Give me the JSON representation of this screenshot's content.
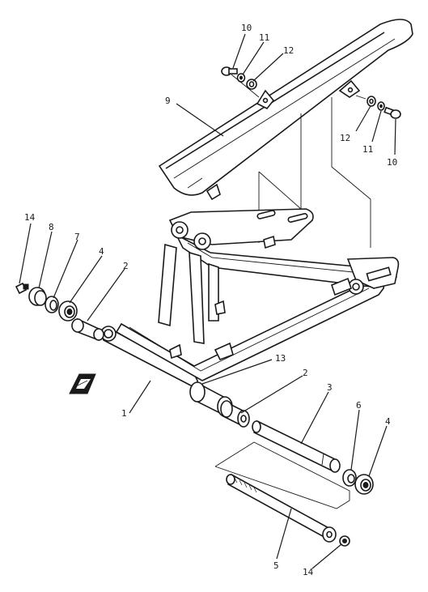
{
  "diagram": {
    "callouts": {
      "c10a": "10",
      "c11a": "11",
      "c12a": "12",
      "c9": "9",
      "c12b": "12",
      "c11b": "11",
      "c10b": "10",
      "c14a": "14",
      "c8": "8",
      "c7": "7",
      "c4a": "4",
      "c2a": "2",
      "c13": "13",
      "c2b": "2",
      "c3": "3",
      "c1": "1",
      "c6": "6",
      "c4b": "4",
      "c5": "5",
      "c14b": "14"
    },
    "stroke_color": "#1a1a1a",
    "background_color": "#ffffff"
  }
}
